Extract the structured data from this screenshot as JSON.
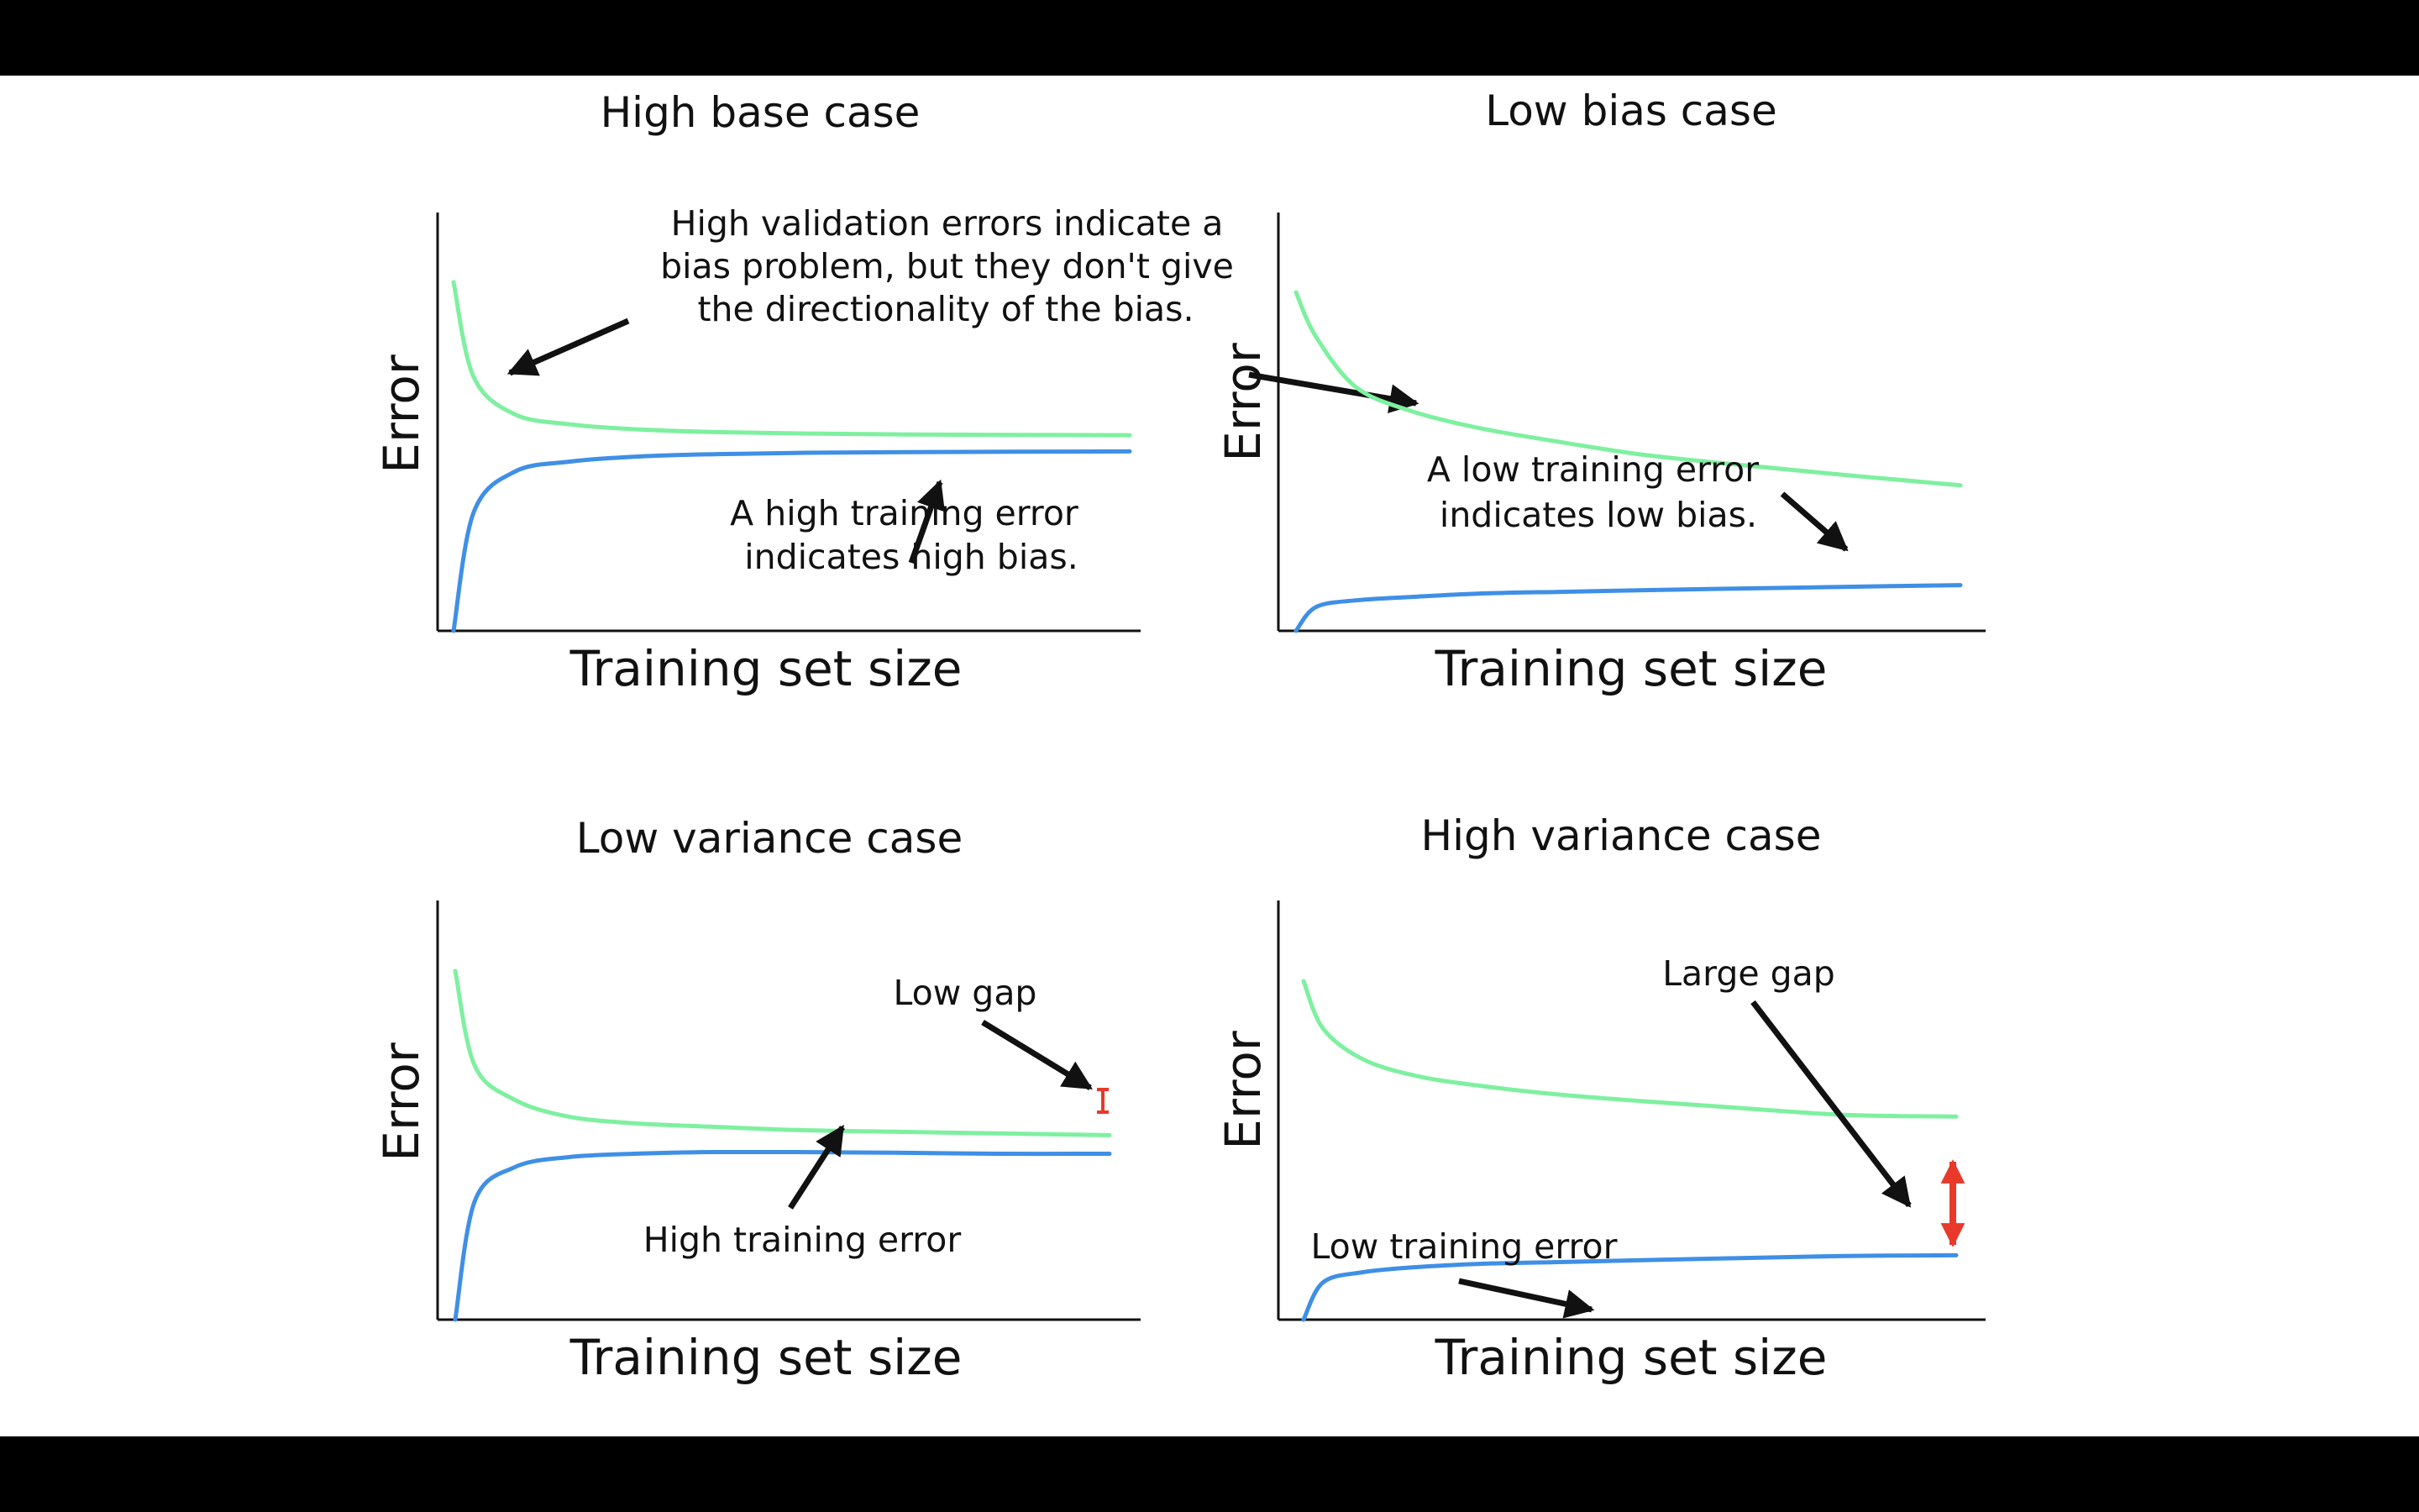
{
  "colors": {
    "validation": "#7ef0a0",
    "training": "#3f8fe6",
    "gap": "#e8392a",
    "ink": "#111111",
    "letterbox": "#000000",
    "background": "#ffffff"
  },
  "chart_data": [
    {
      "type": "line",
      "title": "High base case",
      "xlabel": "Training set size",
      "ylabel": "Error",
      "grid": false,
      "series": [
        {
          "color": "validation",
          "values": [
            1.03,
            0.75,
            0.64,
            0.61,
            0.595,
            0.587,
            0.583,
            0.58,
            0.579,
            0.578
          ]
        },
        {
          "color": "training",
          "values": [
            0.0,
            0.35,
            0.47,
            0.5,
            0.515,
            0.522,
            0.526,
            0.528,
            0.529,
            0.53
          ]
        }
      ],
      "annotations": [
        {
          "lines": [
            "High validation errors indicate a",
            "bias problem, but they don't give",
            "the directionality of the bias."
          ]
        },
        {
          "lines": [
            "A high training error",
            "indicates high bias."
          ]
        }
      ]
    },
    {
      "type": "line",
      "title": "Low bias case",
      "xlabel": "Training set size",
      "ylabel": "Error",
      "grid": false,
      "series": [
        {
          "color": "validation",
          "values": [
            1.0,
            0.87,
            0.72,
            0.65,
            0.6,
            0.56,
            0.52,
            0.49,
            0.46,
            0.43
          ]
        },
        {
          "color": "training",
          "values": [
            0.0,
            0.07,
            0.09,
            0.1,
            0.11,
            0.115,
            0.12,
            0.125,
            0.13,
            0.135
          ]
        }
      ],
      "annotations": [
        {
          "lines": [
            "A low training error",
            "indicates low bias."
          ]
        }
      ]
    },
    {
      "type": "line",
      "title": "Low variance case",
      "xlabel": "Training set size",
      "ylabel": "Error",
      "grid": false,
      "series": [
        {
          "color": "validation",
          "values": [
            1.03,
            0.75,
            0.65,
            0.6,
            0.58,
            0.57,
            0.56,
            0.555,
            0.55,
            0.545
          ]
        },
        {
          "color": "training",
          "values": [
            0.0,
            0.35,
            0.45,
            0.48,
            0.49,
            0.495,
            0.495,
            0.493,
            0.49,
            0.49
          ]
        }
      ],
      "annotations": [
        {
          "lines": [
            "Low gap"
          ]
        },
        {
          "lines": [
            "High training error"
          ]
        }
      ]
    },
    {
      "type": "line",
      "title": "High variance case",
      "xlabel": "Training set size",
      "ylabel": "Error",
      "grid": false,
      "series": [
        {
          "color": "validation",
          "values": [
            1.0,
            0.86,
            0.77,
            0.72,
            0.69,
            0.665,
            0.645,
            0.625,
            0.605,
            0.6
          ]
        },
        {
          "color": "training",
          "values": [
            0.0,
            0.11,
            0.14,
            0.155,
            0.165,
            0.17,
            0.176,
            0.182,
            0.188,
            0.19
          ]
        }
      ],
      "annotations": [
        {
          "lines": [
            "Large gap"
          ]
        },
        {
          "lines": [
            "Low training error"
          ]
        }
      ]
    }
  ]
}
